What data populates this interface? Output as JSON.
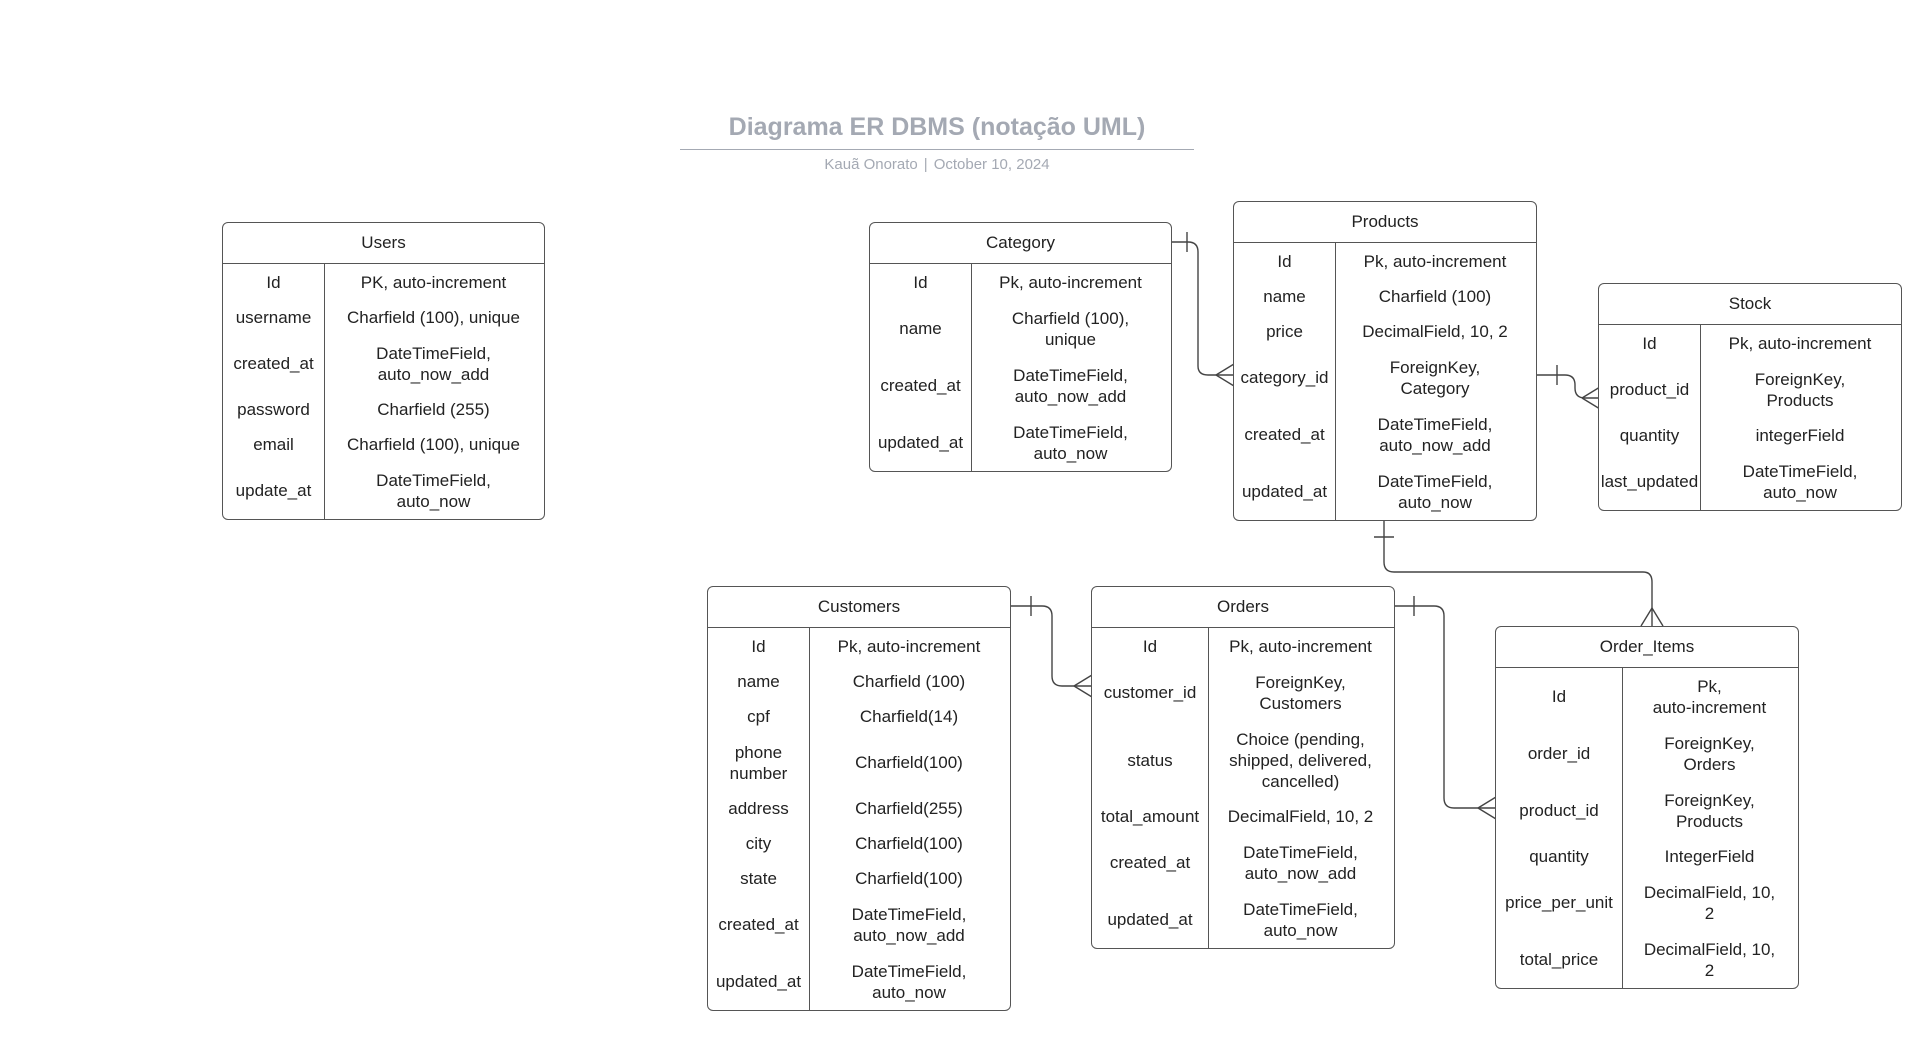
{
  "header": {
    "title": "Diagrama ER DBMS (notação UML)",
    "author": "Kauã Onorato",
    "date": "October 10, 2024"
  },
  "entities": [
    {
      "name": "Users",
      "rows": [
        [
          "Id",
          "PK, auto-increment"
        ],
        [
          "username",
          "Charfield (100), unique"
        ],
        [
          "created_at",
          "DateTimeField,\nauto_now_add"
        ],
        [
          "password",
          "Charfield (255)"
        ],
        [
          "email",
          "Charfield (100), unique"
        ],
        [
          "update_at",
          "DateTimeField,\nauto_now"
        ]
      ]
    },
    {
      "name": "Category",
      "rows": [
        [
          "Id",
          "Pk, auto-increment"
        ],
        [
          "name",
          "Charfield (100),\nunique"
        ],
        [
          "created_at",
          "DateTimeField,\nauto_now_add"
        ],
        [
          "updated_at",
          "DateTimeField,\nauto_now"
        ]
      ]
    },
    {
      "name": "Products",
      "rows": [
        [
          "Id",
          "Pk, auto-increment"
        ],
        [
          "name",
          "Charfield (100)"
        ],
        [
          "price",
          "DecimalField, 10, 2"
        ],
        [
          "category_id",
          "ForeignKey,\nCategory"
        ],
        [
          "created_at",
          "DateTimeField,\nauto_now_add"
        ],
        [
          "updated_at",
          "DateTimeField,\nauto_now"
        ]
      ]
    },
    {
      "name": "Stock",
      "rows": [
        [
          "Id",
          "Pk, auto-increment"
        ],
        [
          "product_id",
          "ForeignKey,\nProducts"
        ],
        [
          "quantity",
          "integerField"
        ],
        [
          "last_updated",
          "DateTimeField,\nauto_now"
        ]
      ]
    },
    {
      "name": "Customers",
      "rows": [
        [
          "Id",
          "Pk, auto-increment"
        ],
        [
          "name",
          "Charfield (100)"
        ],
        [
          "cpf",
          "Charfield(14)"
        ],
        [
          "phone\nnumber",
          "Charfield(100)"
        ],
        [
          "address",
          "Charfield(255)"
        ],
        [
          "city",
          "Charfield(100)"
        ],
        [
          "state",
          "Charfield(100)"
        ],
        [
          "created_at",
          "DateTimeField,\nauto_now_add"
        ],
        [
          "updated_at",
          "DateTimeField,\nauto_now"
        ]
      ]
    },
    {
      "name": "Orders",
      "rows": [
        [
          "Id",
          "Pk, auto-increment"
        ],
        [
          "customer_id",
          "ForeignKey,\nCustomers"
        ],
        [
          "status",
          "Choice (pending,\nshipped, delivered,\ncancelled)"
        ],
        [
          "total_amount",
          "DecimalField, 10, 2"
        ],
        [
          "created_at",
          "DateTimeField,\nauto_now_add"
        ],
        [
          "updated_at",
          "DateTimeField,\nauto_now"
        ]
      ]
    },
    {
      "name": "Order_Items",
      "rows": [
        [
          "Id",
          "Pk,\nauto-increment"
        ],
        [
          "order_id",
          "ForeignKey,\nOrders"
        ],
        [
          "product_id",
          "ForeignKey,\nProducts"
        ],
        [
          "quantity",
          "IntegerField"
        ],
        [
          "price_per_unit",
          "DecimalField, 10,\n2"
        ],
        [
          "total_price",
          "DecimalField, 10,\n2"
        ]
      ]
    }
  ]
}
